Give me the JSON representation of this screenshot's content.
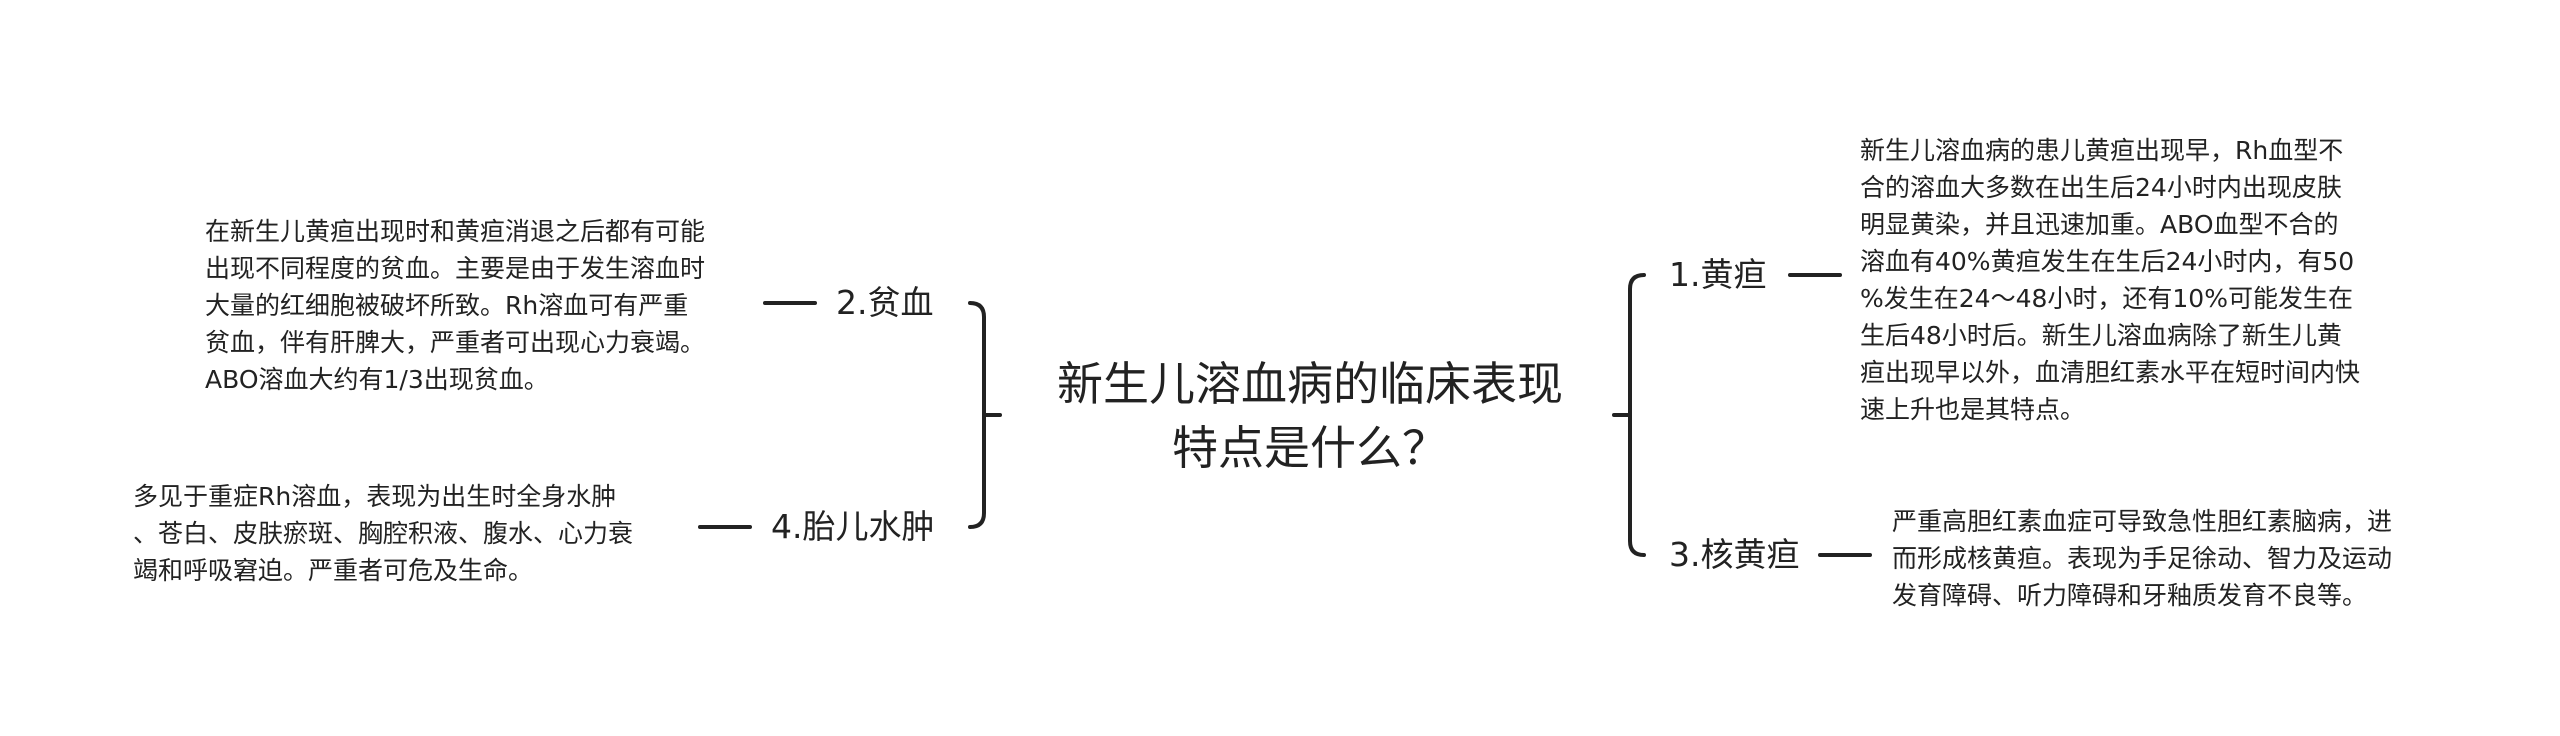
{
  "mindmap": {
    "root": {
      "title_lines": [
        "新生儿溶血病的临床表现",
        "特点是什么？"
      ]
    },
    "branches": [
      {
        "label": "1.黄疸",
        "note_lines": [
          "新生儿溶血病的患儿黄疸出现早，Rh血型不",
          "合的溶血大多数在出生后24小时内出现皮肤",
          "明显黄染，并且迅速加重。ABO血型不合的",
          "溶血有40%黄疸发生在生后24小时内，有50",
          "%发生在24～48小时，还有10%可能发生在",
          "生后48小时后。新生儿溶血病除了新生儿黄",
          "疸出现早以外，血清胆红素水平在短时间内快",
          "速上升也是其特点。"
        ]
      },
      {
        "label": "2.贫血",
        "note_lines": [
          "在新生儿黄疸出现时和黄疸消退之后都有可能",
          "出现不同程度的贫血。主要是由于发生溶血时",
          "大量的红细胞被破坏所致。Rh溶血可有严重",
          "贫血，伴有肝脾大，严重者可出现心力衰竭。",
          "ABO溶血大约有1/3出现贫血。"
        ]
      },
      {
        "label": "3.核黄疸",
        "note_lines": [
          "严重高胆红素血症可导致急性胆红素脑病，进",
          "而形成核黄疸。表现为手足徐动、智力及运动",
          "发育障碍、听力障碍和牙釉质发育不良等。"
        ]
      },
      {
        "label": "4.胎儿水肿",
        "note_lines": [
          "多见于重症Rh溶血，表现为出生时全身水肿",
          "、苍白、皮肤瘀斑、胸腔积液、腹水、心力衰",
          "竭和呼吸窘迫。严重者可危及生命。"
        ]
      }
    ],
    "colors": {
      "line": "#222222",
      "text": "#222222",
      "background": "#ffffff"
    }
  }
}
